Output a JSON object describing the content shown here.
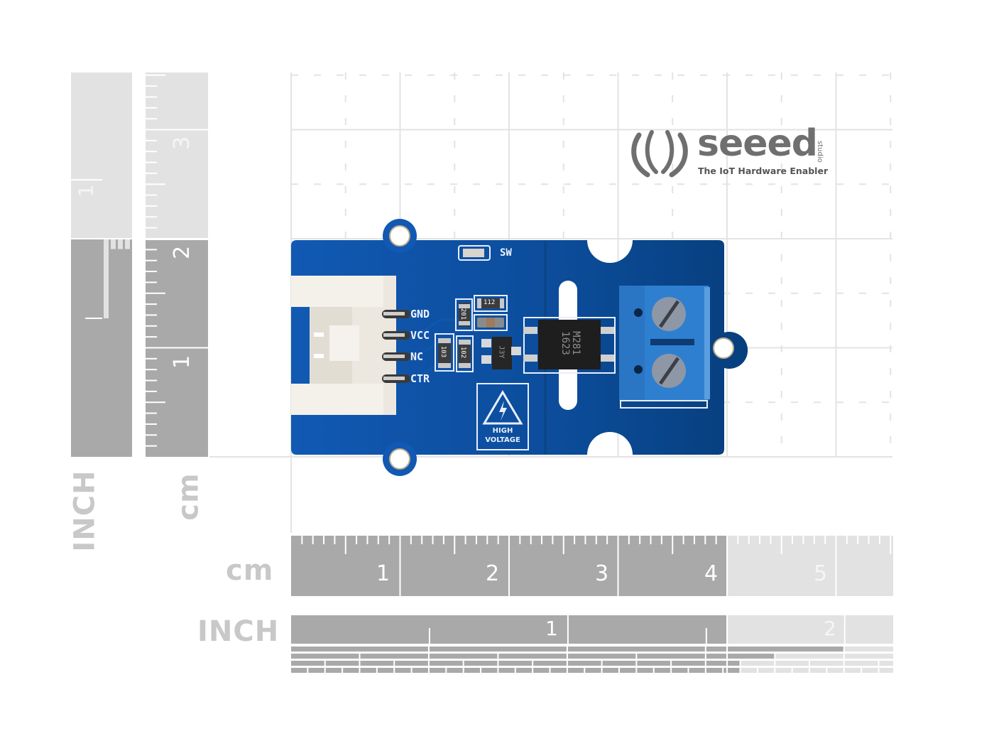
{
  "logo": {
    "brand": "seeed",
    "sub_brand": "studio",
    "tagline": "The IoT Hardware Enabler"
  },
  "rulers": {
    "bottom_cm": {
      "unit_label": "cm",
      "numbers": [
        "1",
        "2",
        "3",
        "4",
        "5"
      ]
    },
    "bottom_inch": {
      "unit_label": "INCH",
      "numbers": [
        "1",
        "2"
      ]
    },
    "left_cm": {
      "unit_label": "cm",
      "numbers": [
        "1",
        "2",
        "3"
      ]
    },
    "left_inch": {
      "unit_label": "INCH",
      "numbers": [
        "1"
      ]
    }
  },
  "board": {
    "pins": [
      "GND",
      "VCC",
      "NC",
      "CTR"
    ],
    "led_label": "SW",
    "resistors": [
      "112",
      "201",
      "103",
      "102"
    ],
    "transistor_marking": "J3Y",
    "optocoupler_marking": [
      "M281",
      "1623"
    ],
    "warning": [
      "HIGH",
      "VOLTAGE"
    ],
    "colors": {
      "pcb": "#0b4f9e",
      "terminal_block": "#2f7fd0",
      "connector": "#ece8e0"
    }
  }
}
